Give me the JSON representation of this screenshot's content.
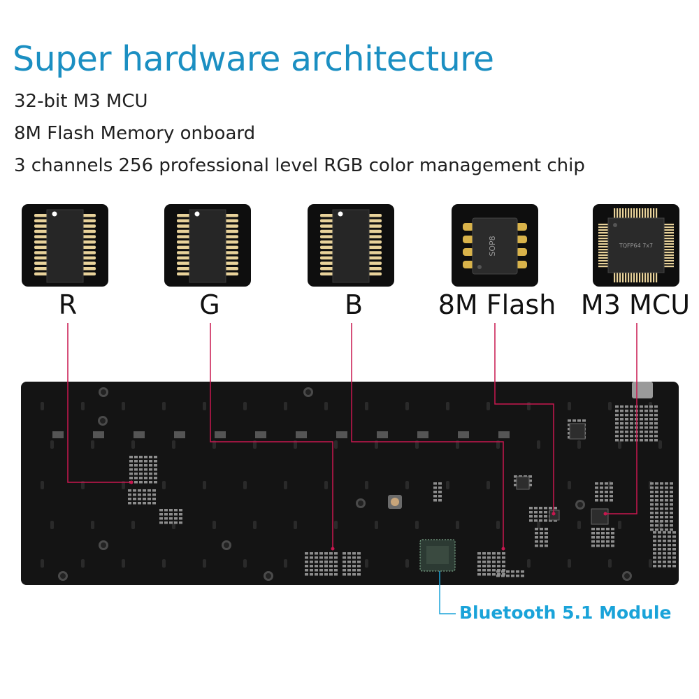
{
  "header": {
    "title": "Super hardware architecture",
    "specs": [
      "32-bit M3 MCU",
      "8M Flash Memory onboard",
      "3 channels 256 professional level RGB color management chip"
    ]
  },
  "chips": [
    {
      "label": "R",
      "icon": "soic-chip-icon"
    },
    {
      "label": "G",
      "icon": "soic-chip-icon"
    },
    {
      "label": "B",
      "icon": "soic-chip-icon"
    },
    {
      "label": "8M Flash",
      "icon": "sop8-chip-icon",
      "marking": "SOP8"
    },
    {
      "label": "M3 MCU",
      "icon": "tqfp-chip-icon",
      "marking": "TQFP64 7x7"
    }
  ],
  "callout": {
    "label": "Bluetooth 5.1 Module"
  },
  "colors": {
    "title": "#1b8fc2",
    "callout": "#1aa3d9",
    "leader_lines": "#c8174f",
    "board": "#141414"
  }
}
